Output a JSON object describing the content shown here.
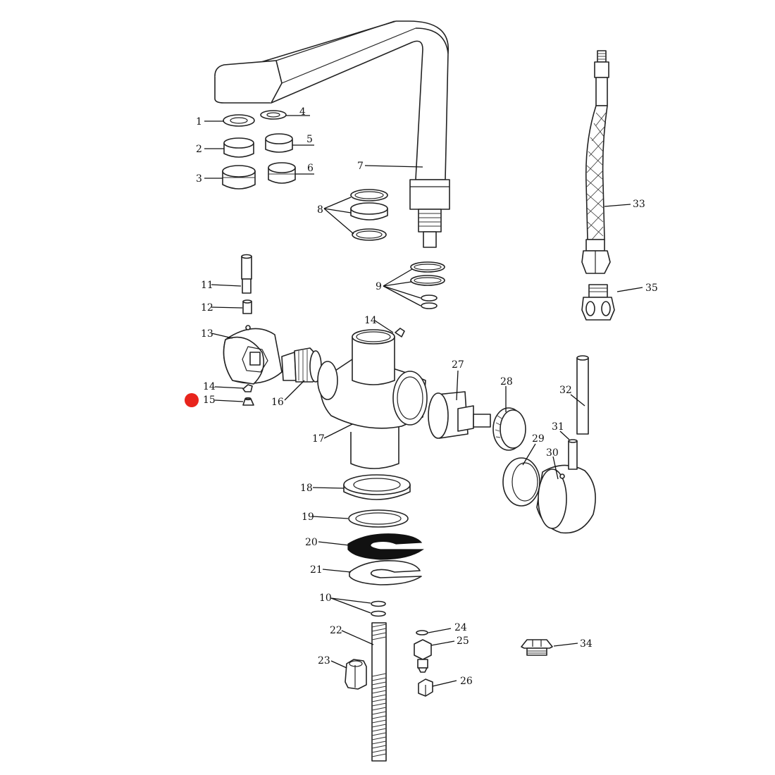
{
  "diagram": {
    "callouts": [
      {
        "id": "c1",
        "label": "1"
      },
      {
        "id": "c2",
        "label": "2"
      },
      {
        "id": "c3",
        "label": "3"
      },
      {
        "id": "c4",
        "label": "4"
      },
      {
        "id": "c5",
        "label": "5"
      },
      {
        "id": "c6",
        "label": "6"
      },
      {
        "id": "c7",
        "label": "7"
      },
      {
        "id": "c8",
        "label": "8"
      },
      {
        "id": "c9",
        "label": "9"
      },
      {
        "id": "c10",
        "label": "10"
      },
      {
        "id": "c11",
        "label": "11"
      },
      {
        "id": "c12",
        "label": "12"
      },
      {
        "id": "c13",
        "label": "13"
      },
      {
        "id": "c14a",
        "label": "14"
      },
      {
        "id": "c14b",
        "label": "14"
      },
      {
        "id": "c15",
        "label": "15"
      },
      {
        "id": "c16",
        "label": "16"
      },
      {
        "id": "c17",
        "label": "17"
      },
      {
        "id": "c18",
        "label": "18"
      },
      {
        "id": "c19",
        "label": "19"
      },
      {
        "id": "c20",
        "label": "20"
      },
      {
        "id": "c21",
        "label": "21"
      },
      {
        "id": "c22",
        "label": "22"
      },
      {
        "id": "c23",
        "label": "23"
      },
      {
        "id": "c24",
        "label": "24"
      },
      {
        "id": "c25",
        "label": "25"
      },
      {
        "id": "c26",
        "label": "26"
      },
      {
        "id": "c27",
        "label": "27"
      },
      {
        "id": "c28",
        "label": "28"
      },
      {
        "id": "c29",
        "label": "29"
      },
      {
        "id": "c30",
        "label": "30"
      },
      {
        "id": "c31",
        "label": "31"
      },
      {
        "id": "c32",
        "label": "32"
      },
      {
        "id": "c33",
        "label": "33"
      },
      {
        "id": "c34",
        "label": "34"
      },
      {
        "id": "c35",
        "label": "35"
      }
    ],
    "marker_color": "#e8241c",
    "line_color": "#222222"
  }
}
